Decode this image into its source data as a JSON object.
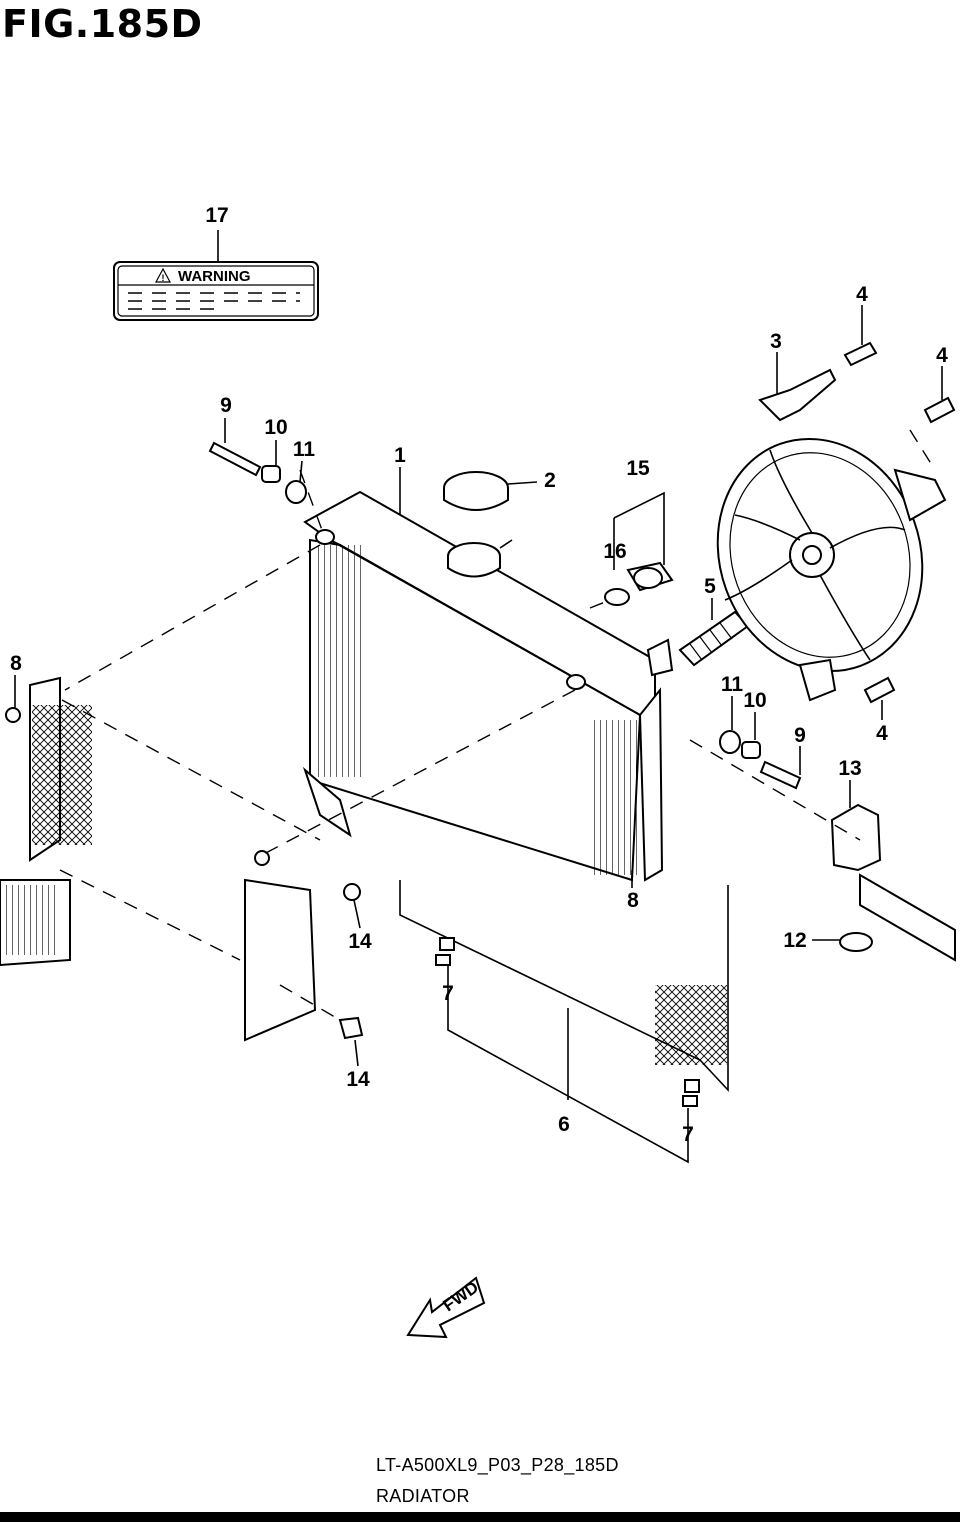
{
  "figure_title": "FIG.185D",
  "warning_label": "WARNING",
  "fwd_label": "FWD",
  "callouts": {
    "c1": "1",
    "c2": "2",
    "c3": "3",
    "c4a": "4",
    "c4b": "4",
    "c4c": "4",
    "c5": "5",
    "c6": "6",
    "c7a": "7",
    "c7b": "7",
    "c8a": "8",
    "c8b": "8",
    "c9a": "9",
    "c9b": "9",
    "c10a": "10",
    "c10b": "10",
    "c11a": "11",
    "c11b": "11",
    "c12": "12",
    "c13": "13",
    "c14a": "14",
    "c14b": "14",
    "c15": "15",
    "c16": "16",
    "c17": "17"
  },
  "footer": {
    "code": "LT-A500XL9_P03_P28_185D",
    "name": "RADIATOR"
  }
}
